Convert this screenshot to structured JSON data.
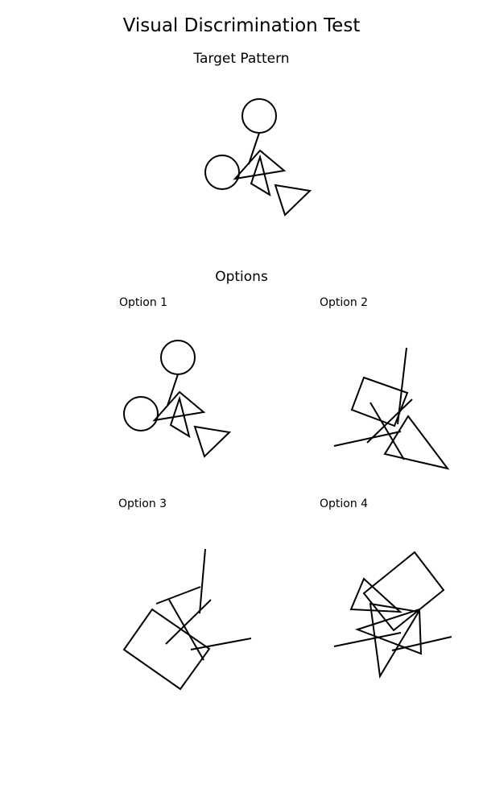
{
  "title": "Visual Discrimination Test",
  "target": {
    "label": "Target Pattern"
  },
  "options": {
    "label": "Options",
    "items": [
      {
        "label": "Option 1"
      },
      {
        "label": "Option 2"
      },
      {
        "label": "Option 3"
      },
      {
        "label": "Option 4"
      }
    ]
  },
  "colors": {
    "background": "#ffffff",
    "stroke": "#000000"
  }
}
